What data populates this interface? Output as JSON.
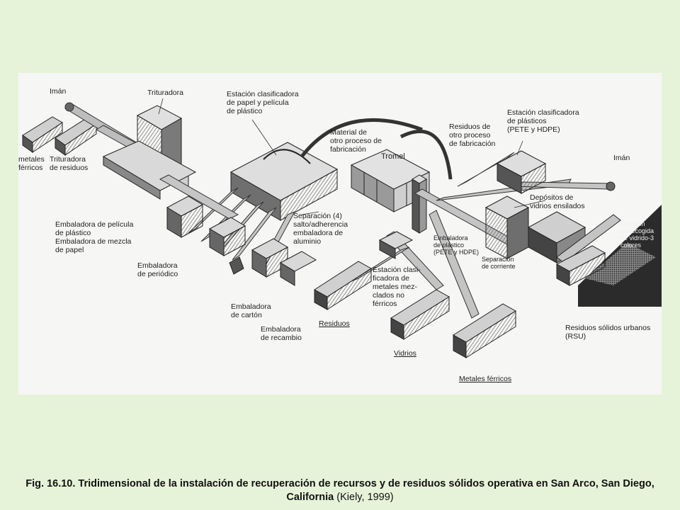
{
  "figure": {
    "labels": {
      "iman_left": "Imán",
      "metales_ferricos_left": "metales\nférricos",
      "trituradora_residuos": "Trituradora\nde residuos",
      "trituradora": "Trituradora",
      "estacion_papel": "Estación clasificadora\nde papel y película\nde plástico",
      "material_otro_proceso": "Material de\notro proceso de\nfabricación",
      "tromel": "Tromel",
      "residuos_otro_proceso": "Residuos de\notro proceso\nde fabricación",
      "estacion_plasticos": "Estación clasificadora\nde plásticos\n(PETE y HDPE)",
      "iman_right": "Imán",
      "embaladora_pelicula": "Embaladora de película\nde plástico\nEmbaladora de mezcla\nde papel",
      "separacion_salto": "Separación (4)\nsalto/adherencia\nembaladora de\naluminio",
      "depositos_vidrios": "Depósitos de\nvidrios ensilados",
      "estacion_recogida": "Estación\nde recogida\nde vidrido-3\ncolores",
      "embaladora_periodico": "Embaladora\nde periódico",
      "embaladora_pete": "Embaladora\nde plástico\n(PETE y HDPE)",
      "separacion_corriente": "Separación\nde corriente",
      "estacion_metales": "Estación clasi-\nficadora de\nmetales mez-\nclados no\nférricos",
      "embaladora_carton": "Embaladora\nde cartón",
      "residuos": "Residuos",
      "embaladora_recambio": "Embaladora\nde recambio",
      "residuos_rsu": "Residuos sólidos urbanos\n(RSU)",
      "vidrios": "Vidrios",
      "metales_ferricos_bottom": "Metales férricos"
    }
  },
  "caption": {
    "main": "Fig. 16.10. Tridimensional de la instalación de recuperación de recursos y de residuos sólidos operativa en San Arco, San Diego, California",
    "citation": "(Kiely, 1999)"
  },
  "colors": {
    "page_background": "#e6f3d8",
    "figure_background": "#f6f6f4"
  }
}
